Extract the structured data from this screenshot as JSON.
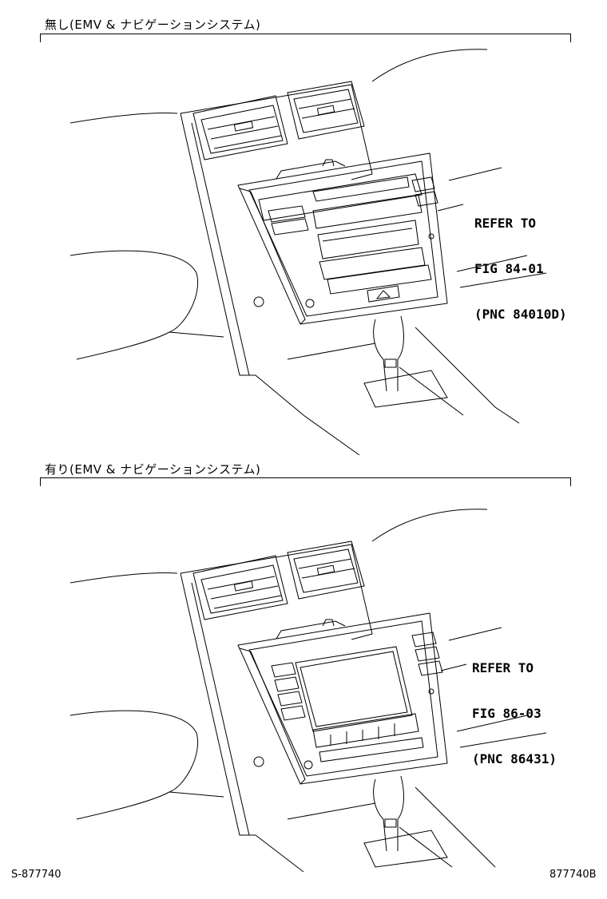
{
  "sections": [
    {
      "title": "無し(EMV & ナビゲーションシステム)",
      "callout": [
        "REFER TO",
        "FIG 84-01",
        "(PNC 84010D)"
      ]
    },
    {
      "title": "有り(EMV & ナビゲーションシステム)",
      "callout": [
        "REFER TO",
        "FIG 86-03",
        "(PNC 86431)"
      ]
    }
  ],
  "footer": {
    "left_code": "S-877740",
    "right_code": "877740B"
  }
}
